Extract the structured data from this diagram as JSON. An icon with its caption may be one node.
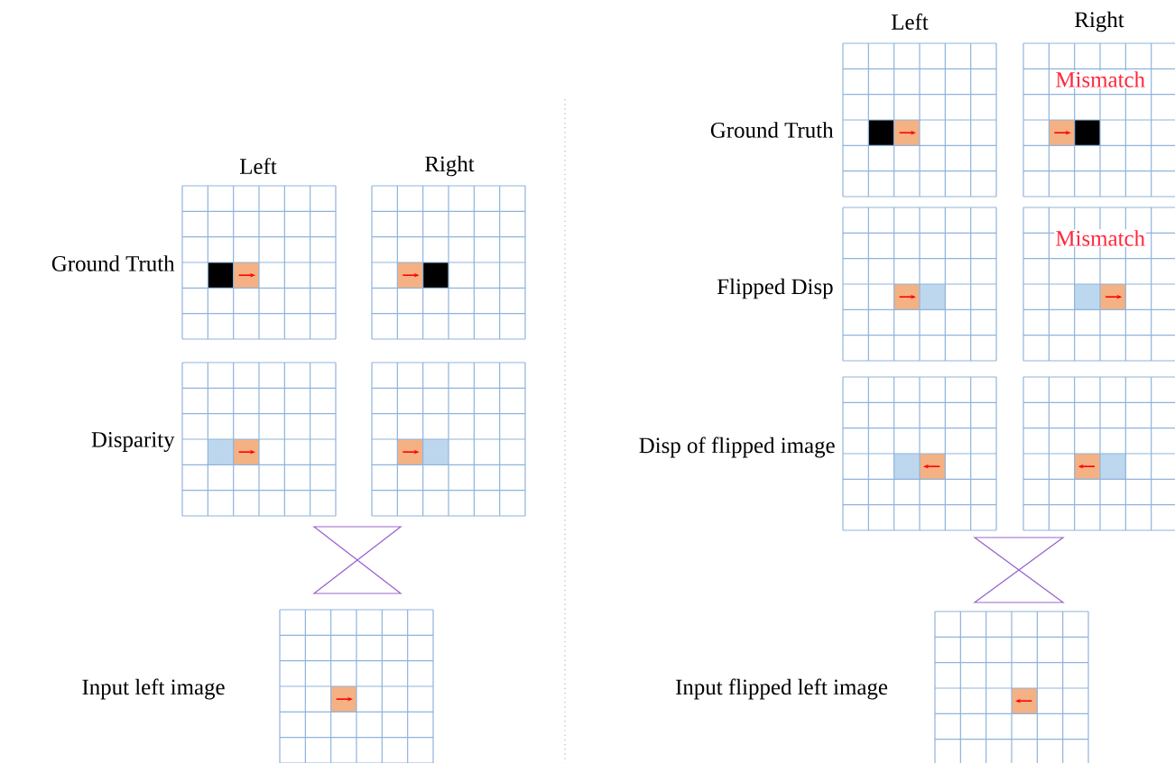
{
  "diagram": {
    "labels": [
      "Left",
      "Right",
      "Ground Truth",
      "Disparity",
      "Input left image",
      "Left",
      "Right",
      "Mismatch",
      "Ground Truth",
      "Mismatch",
      "Flipped Disp",
      "Disp of flipped image",
      "Input flipped left image"
    ]
  }
}
